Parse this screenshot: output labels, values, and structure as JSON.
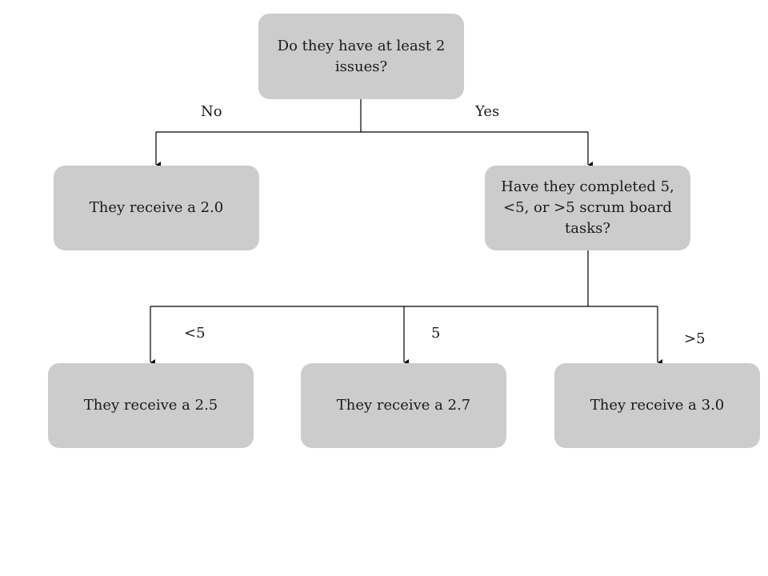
{
  "nodes": {
    "root": "Do they have at least 2 issues?",
    "no_branch": "They receive a 2.0",
    "yes_branch": "Have they completed 5, <5, or >5 scrum board tasks?",
    "less_than_5": "They receive a 2.5",
    "exactly_5": "They receive a 2.7",
    "more_than_5": "They receive a 3.0"
  },
  "edge_labels": {
    "no": "No",
    "yes": "Yes",
    "less_than_5": "<5",
    "exactly_5": "5",
    "more_than_5": ">5"
  },
  "colors": {
    "node_fill": "#cccccc",
    "line": "#000000",
    "text": "#1a1a1a"
  }
}
